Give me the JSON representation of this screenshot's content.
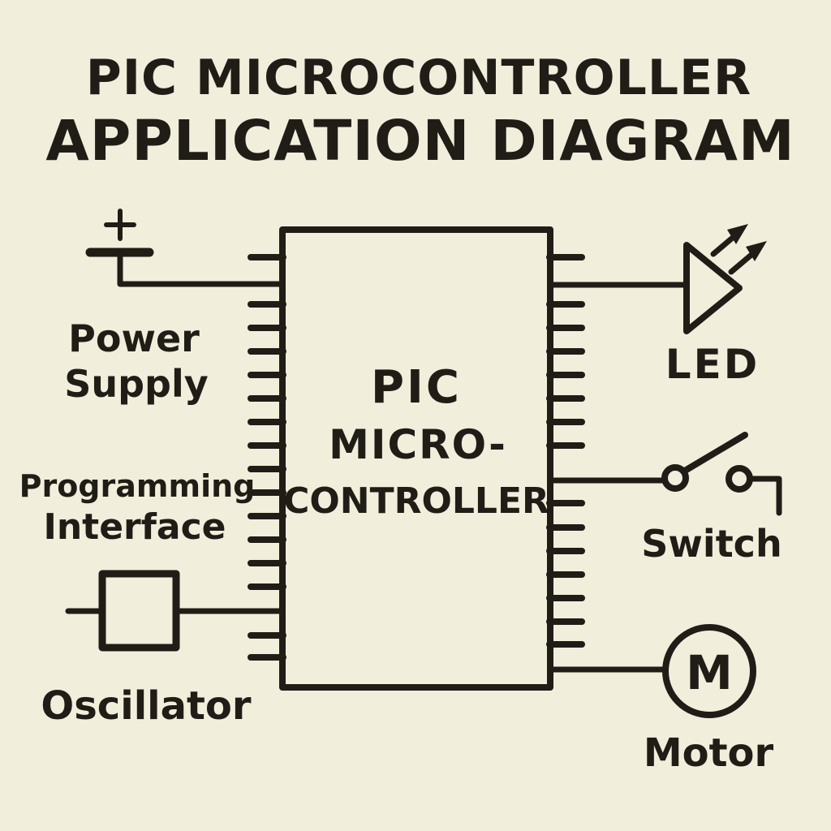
{
  "colors": {
    "background": "#f2eedc",
    "ink": "#201d17"
  },
  "title": {
    "line1": "PIC MICROCONTROLLER",
    "line2": "APPLICATION DIAGRAM"
  },
  "chip": {
    "label_line1": "PIC",
    "label_line2": "MICRO-",
    "label_line3": "CONTROLLER"
  },
  "left_components": {
    "power_supply": {
      "label_line1": "Power",
      "label_line2": "Supply",
      "symbol": "battery-positive-terminal",
      "plus_sign": "+"
    },
    "programming_interface": {
      "label_line1": "Programming",
      "label_line2": "Interface"
    },
    "oscillator": {
      "label": "Oscillator",
      "symbol": "crystal-square"
    }
  },
  "right_components": {
    "led": {
      "label": "LED",
      "symbol": "diode-triangle-with-light-arrows"
    },
    "switch": {
      "label": "Switch",
      "symbol": "spst-switch"
    },
    "motor": {
      "label": "Motor",
      "symbol_letter": "M"
    }
  }
}
